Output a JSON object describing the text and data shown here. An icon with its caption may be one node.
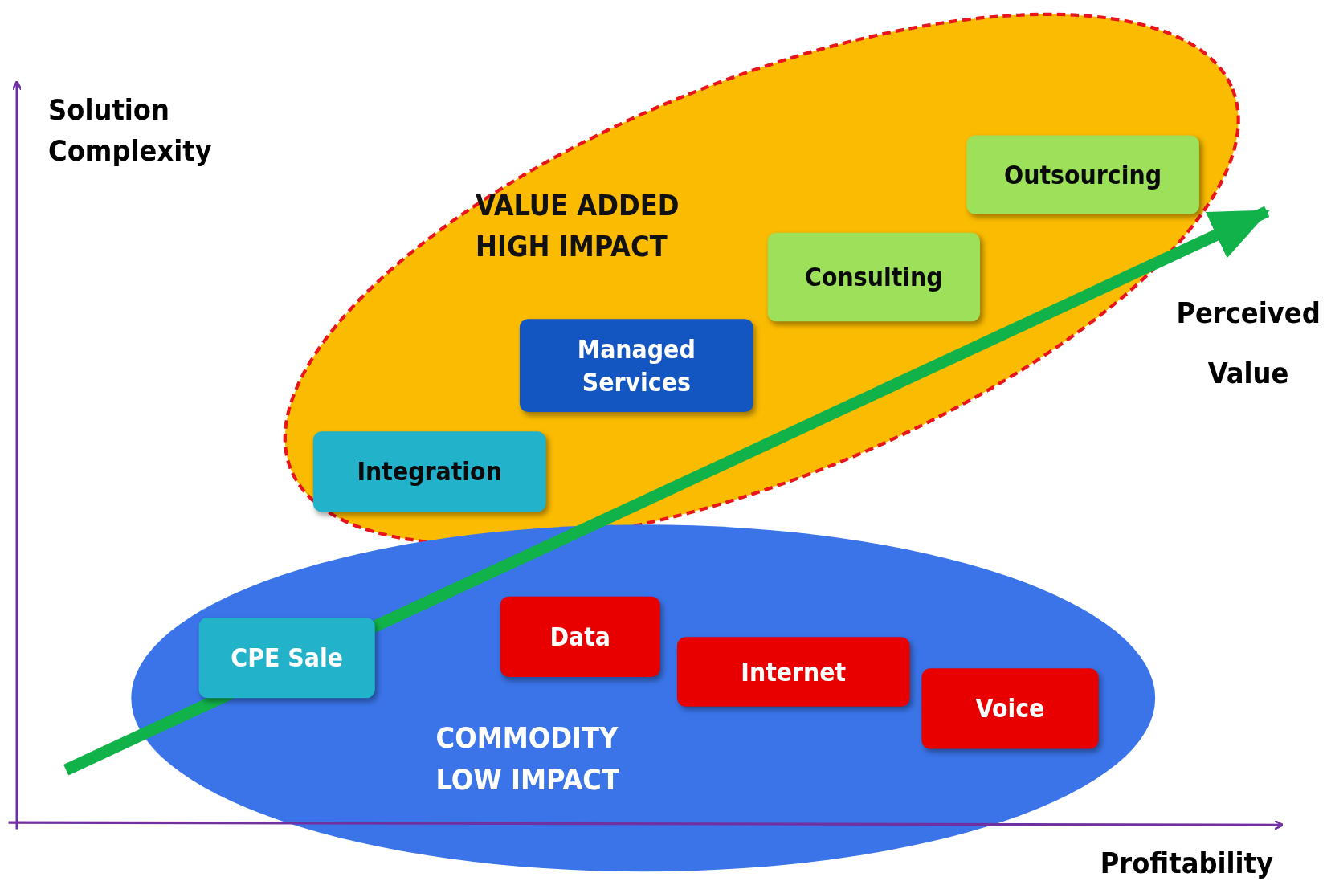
{
  "diagram": {
    "nodes": [
      {
        "text": [
          "VALUE ADDED HIGH IMPACT"
        ]
      },
      {
        "text": [
          "Integration"
        ],
        "in": 0
      },
      {
        "text": [
          "Managed Services"
        ],
        "in": 0
      },
      {
        "text": [
          "Consulting"
        ],
        "in": 0
      },
      {
        "text": [
          "Outsourcing"
        ],
        "in": 0
      },
      {
        "text": [
          "COMMODITY LOW IMPACT"
        ]
      },
      {
        "text": [
          "CPE Sale"
        ],
        "in": 5
      },
      {
        "text": [
          "Data"
        ],
        "in": 5
      },
      {
        "text": [
          "Internet"
        ],
        "in": 5
      },
      {
        "text": [
          "Voice"
        ],
        "in": 5
      }
    ],
    "edges": [],
    "labels": [
      "Solution Complexity",
      "Perceived Value",
      "Profitability"
    ]
  }
}
